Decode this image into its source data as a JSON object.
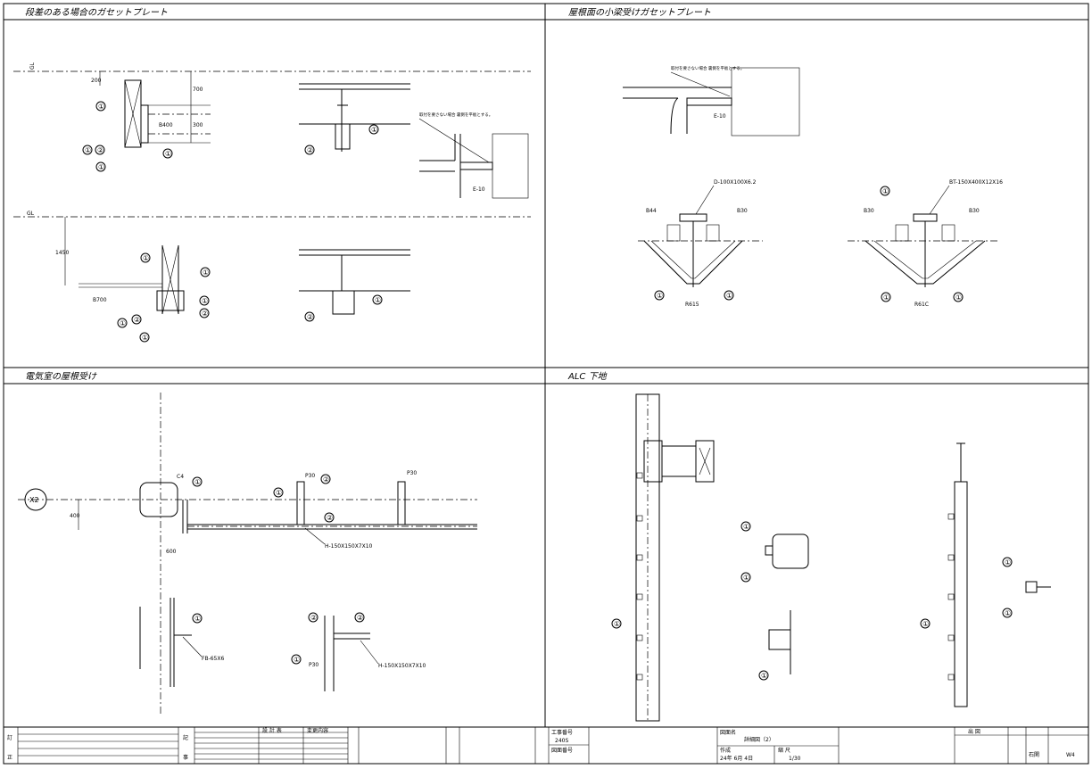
{
  "sheet": {
    "panels": {
      "top_left_title": "段差のある場合のガセットプレート",
      "top_right_title": "屋根面の小梁受けガセットプレート",
      "bottom_left_title": "電気室の屋根受け",
      "bottom_right_title": "ALC 下地"
    },
    "callout_marks": {
      "one": "①",
      "two": "②"
    },
    "labels": {
      "gl_top": "GL",
      "gl_mid": "GL",
      "dim_200": "200",
      "dim_700": "700",
      "dim_300": "300",
      "dim_1450": "1450",
      "b400": "B400",
      "b700": "B700",
      "note_a": "取付を要さない場合 裏側を平板とする。",
      "note_b": "取付を要さない場合 裏側を平板とする。",
      "pl_10": "E-10",
      "pl_10b": "E-10",
      "b44": "B44",
      "b30a": "B30",
      "b30b": "B30",
      "b30c": "B30",
      "r615": "R615",
      "r61b": "R61C",
      "angle_spec": "D-100X100X6.2",
      "t_spec": "BT-150X400X12X16",
      "x2": "X2",
      "c4": "C4",
      "p30a": "P30",
      "p30b": "P30",
      "p30c": "P30",
      "dim_600": "600",
      "dim_400": "400",
      "h_spec_a": "H-150X150X7X10",
      "h_spec_b": "H-150X150X7X10",
      "fb_spec": "FB-65X6"
    },
    "title_block": {
      "rev_left": "訂",
      "rev_left2": "正",
      "sym1": "記",
      "sym2": "事",
      "col_a": "設 計 表",
      "col_b": "変更内容",
      "work_no_label": "工事番号",
      "work_no": "240S",
      "drawing_no_label": "図面番号",
      "drawing_name_label": "図面名",
      "drawing_name": "詳細図（2）",
      "date_label": "作成",
      "date": "24年 6月 4日",
      "scale_label": "縮 尺",
      "scale": "1/30",
      "right_headers": "出 図",
      "sheet_no": "W4",
      "sheet_label": "石関"
    }
  }
}
